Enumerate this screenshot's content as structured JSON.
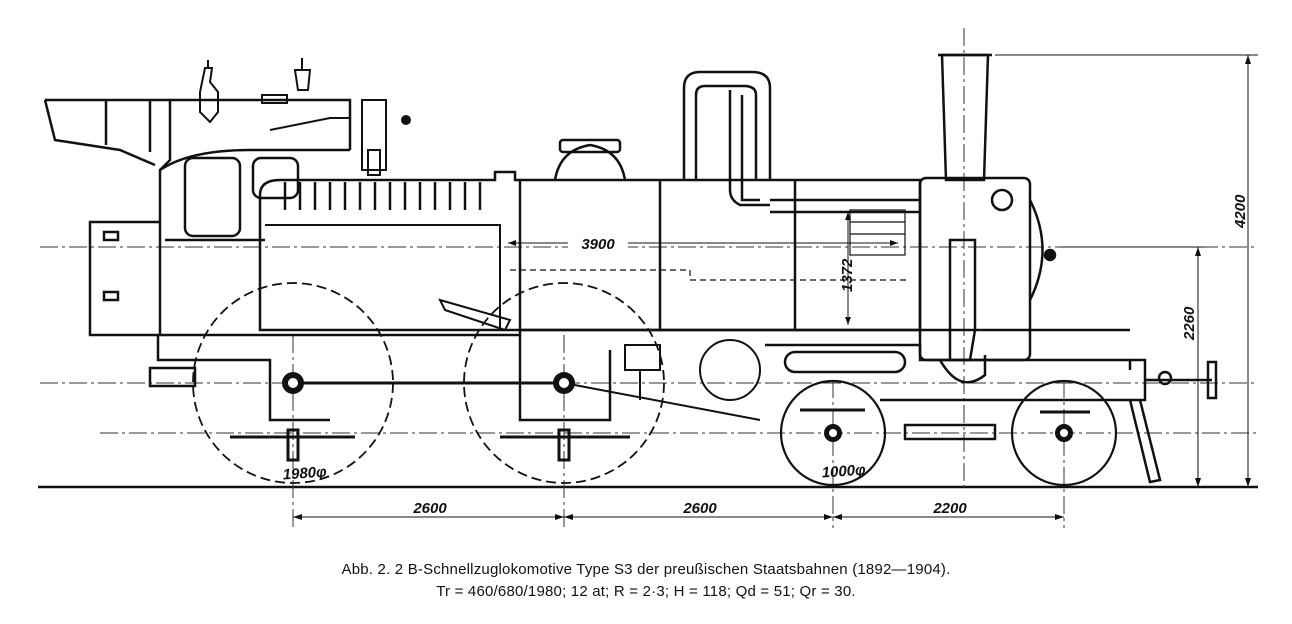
{
  "dimensions": {
    "boiler_length": "3900",
    "firebox_height": "1372",
    "total_height": "4200",
    "axle_height": "2260",
    "driving_wheel_dia": "1980φ",
    "bogie_wheel_dia": "1000φ",
    "wheelbase_rear": "2600",
    "wheelbase_mid": "2600",
    "wheelbase_bogie": "2200"
  },
  "caption": {
    "line1": "Abb. 2. 2 B-Schnellzuglokomotive Type S3 der preußischen Staatsbahnen (1892—1904).",
    "line2": "Tr = 460/680/1980; 12 at; R = 2·3; H = 118; Qd = 51; Qr = 30."
  }
}
